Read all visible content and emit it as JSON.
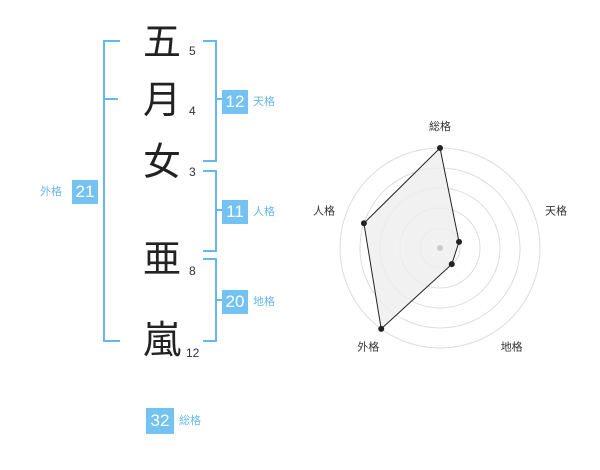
{
  "name_chars": [
    {
      "char": "五",
      "strokes": "5"
    },
    {
      "char": "月",
      "strokes": "4"
    },
    {
      "char": "女",
      "strokes": "3"
    },
    {
      "char": "亜",
      "strokes": "8"
    },
    {
      "char": "嵐",
      "strokes": "12"
    }
  ],
  "kakaku": {
    "tenkaku": {
      "value": "12",
      "label": "天格"
    },
    "jinkaku": {
      "value": "11",
      "label": "人格"
    },
    "chikaku": {
      "value": "20",
      "label": "地格"
    },
    "gaikaku": {
      "value": "21",
      "label": "外格"
    },
    "soukaku": {
      "value": "32",
      "label": "総格"
    }
  },
  "colors": {
    "accent": "#66b8ea",
    "box": "#74c2f2",
    "radar_fill": "#ededed",
    "radar_ring": "#dddddd"
  },
  "chart_data": {
    "type": "radar",
    "axes": [
      "総格",
      "天格",
      "地格",
      "外格",
      "人格"
    ],
    "values": [
      5,
      1,
      1,
      5,
      4
    ],
    "max": 5,
    "rings": 5
  }
}
